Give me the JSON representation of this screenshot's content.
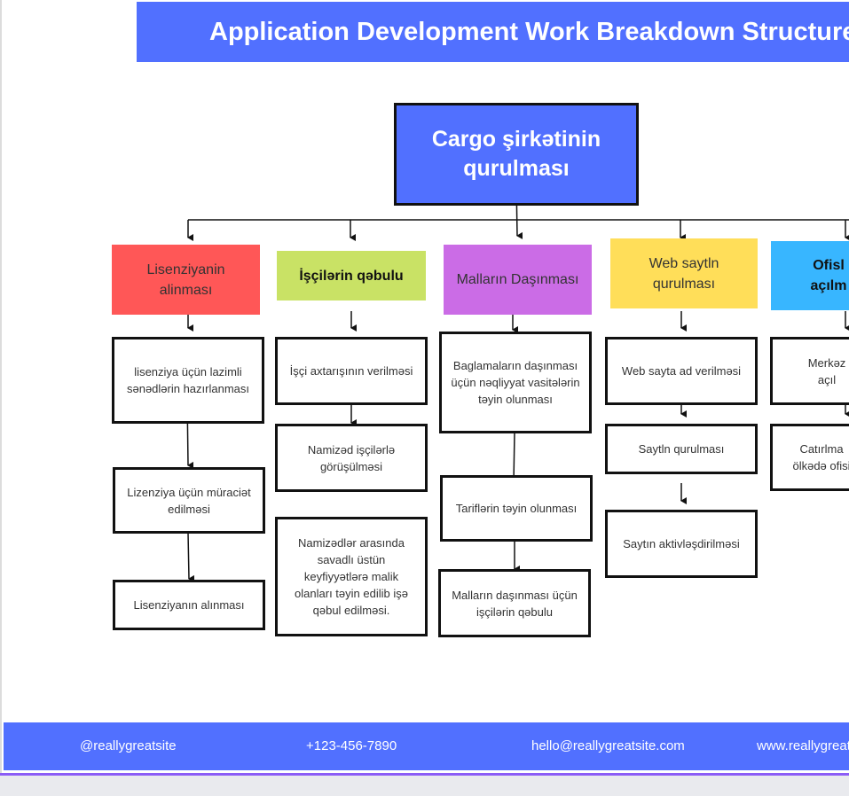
{
  "title": "Application Development Work Breakdown Structure",
  "root": "Cargo şirkətinin qurulması",
  "categories": [
    {
      "label": "Lisenziyanin alinması",
      "color": "#ff5757"
    },
    {
      "label": "İşçilərin qəbulu",
      "color": "#c9e265"
    },
    {
      "label": "Malların Daşınması",
      "color": "#cb6ce6"
    },
    {
      "label": "Web saytln qurulması",
      "color": "#ffde59"
    },
    {
      "label": "Ofisl açılm",
      "color": "#38b6ff"
    }
  ],
  "tasks": {
    "c1": [
      "lisenziya üçün lazimli sənədlərin hazırlanması",
      "Lizenziya üçün müraciət edilməsi",
      "Lisenziyanın alınması"
    ],
    "c2": [
      "İşçi axtarışının verilməsi",
      "Namizəd işçilərlə görüşülməsi",
      "Namizədlər arasında savadlı  üstün keyfiyyətlərə malik olanları təyin edilib işə qəbul edilməsi."
    ],
    "c3": [
      "Baglamaların daşınması üçün nəqliyyat vasitələrin təyin olunması",
      "Tariflərin təyin olunması",
      "Malların daşınması üçün işçilərin qəbulu"
    ],
    "c4": [
      "Web sayta ad verilməsi",
      "Saytln qurulması",
      "Saytın aktivləşdirilməsi"
    ],
    "c5": [
      "Merkəz açıl",
      "Catırlma ölkədə ofisi"
    ]
  },
  "footer": {
    "social": "@reallygreatsite",
    "phone": "+123-456-7890",
    "email": "hello@reallygreatsite.com",
    "website": "www.reallygreatsite.com"
  }
}
